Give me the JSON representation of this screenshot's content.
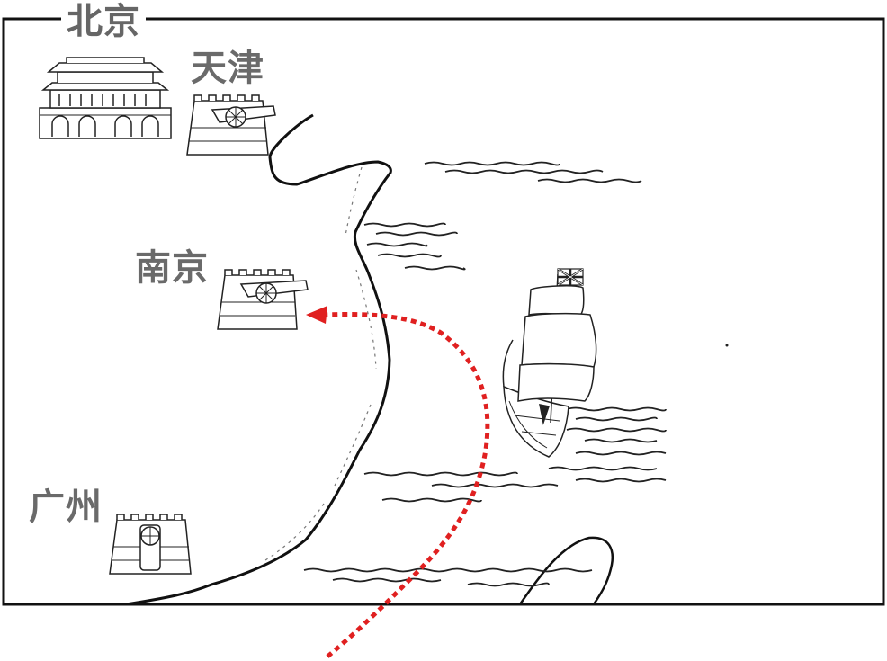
{
  "map": {
    "cities": [
      {
        "name": "北京",
        "icon": "palace-gate-icon"
      },
      {
        "name": "天津",
        "icon": "cannon-fort-icon"
      },
      {
        "name": "南京",
        "icon": "cannon-fort-icon"
      },
      {
        "name": "广州",
        "icon": "cannon-fort-icon"
      }
    ],
    "ship_icon": "british-warship-icon",
    "flag_icon": "union-jack-icon",
    "route_color": "#e02020",
    "ink_color": "#111111",
    "label_color": "#6a6a6a"
  }
}
